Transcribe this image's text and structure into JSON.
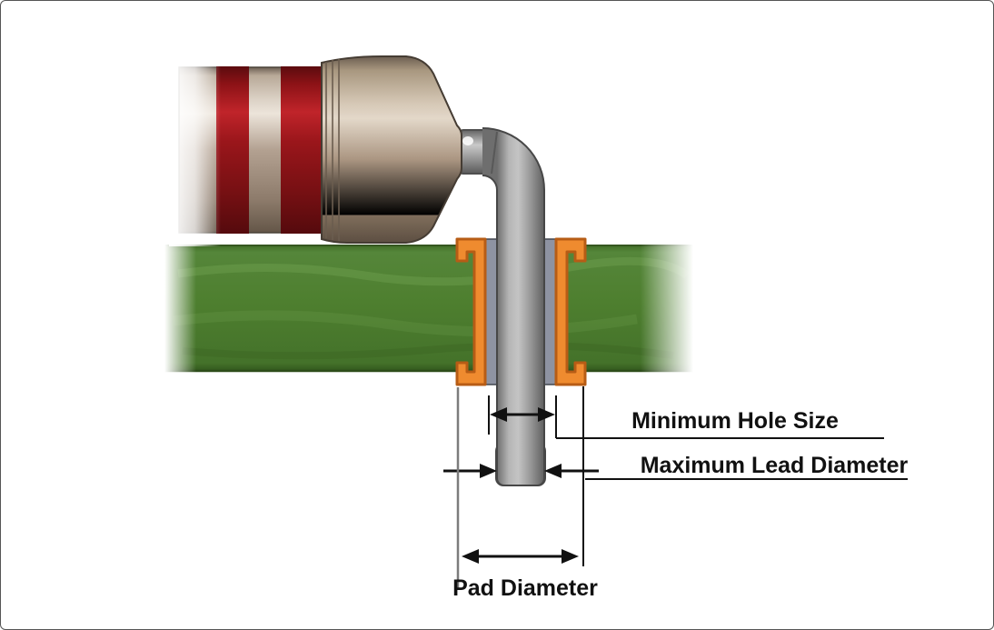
{
  "diagram": {
    "title_semantic": "through-hole-component-pcb-dimension-diagram",
    "labels": {
      "minimum_hole_size": "Minimum Hole Size",
      "maximum_lead_diameter": "Maximum Lead Diameter",
      "pad_diameter": "Pad Diameter"
    },
    "colors": {
      "board_green": "#4e7f2f",
      "board_green_dark": "#3c6423",
      "board_green_light": "#699447",
      "pad_orange": "#ef8b2f",
      "pad_outline_brown": "#b75c15",
      "barrel_gray_blue": "#8e93a2",
      "barrel_outline": "#42464f",
      "lead_gray": "#9d9d9d",
      "lead_outline": "#474747",
      "resistor_body_tan": "#b3a08e",
      "resistor_body_highlight": "#e9e0d5",
      "resistor_band_red": "#8e1518",
      "resistor_band_red_bright": "#c0242a",
      "dimension_black": "#111111",
      "extension_line_gray": "#7c7c7c",
      "frame_border_gray": "#555555"
    }
  }
}
